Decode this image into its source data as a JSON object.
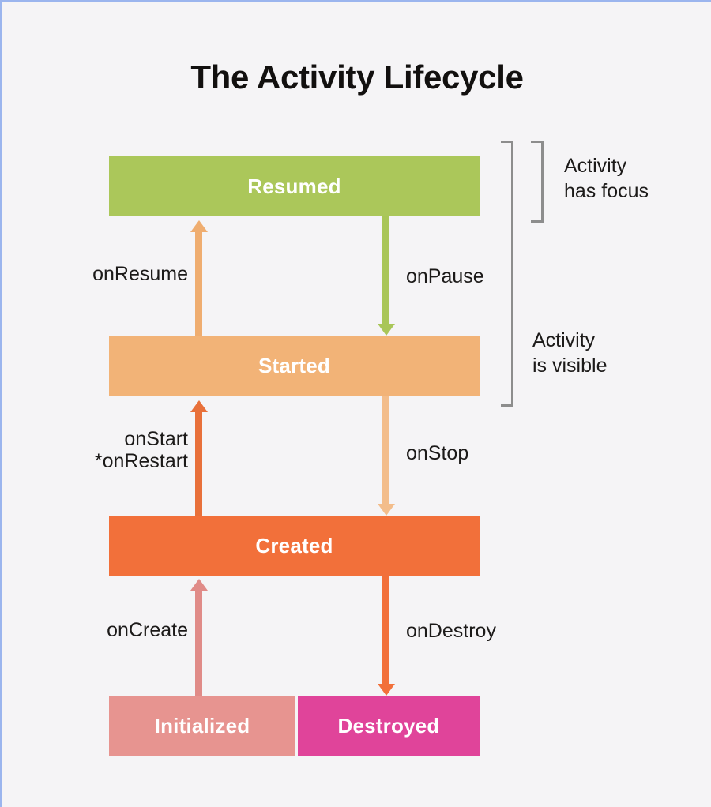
{
  "diagram": {
    "title": "The Activity Lifecycle",
    "type": "state-lifecycle-diagram",
    "background_color": "#f5f4f6",
    "border_color": "#9bb5ee",
    "states": [
      {
        "id": "resumed",
        "label": "Resumed",
        "color": "#abc75a",
        "text_color": "#ffffff"
      },
      {
        "id": "started",
        "label": "Started",
        "color": "#f2b377",
        "text_color": "#ffffff"
      },
      {
        "id": "created",
        "label": "Created",
        "color": "#f2703a",
        "text_color": "#ffffff"
      },
      {
        "id": "initialized",
        "label": "Initialized",
        "color": "#e79490",
        "text_color": "#ffffff"
      },
      {
        "id": "destroyed",
        "label": "Destroyed",
        "color": "#e0449a",
        "text_color": "#ffffff"
      }
    ],
    "transitions": [
      {
        "id": "onresume",
        "label": "onResume",
        "from": "started",
        "to": "resumed",
        "direction": "up",
        "side": "left",
        "color": "#efad70"
      },
      {
        "id": "onpause",
        "label": "onPause",
        "from": "resumed",
        "to": "started",
        "direction": "down",
        "side": "right",
        "color": "#a9c658"
      },
      {
        "id": "onstart",
        "label": "onStart\n*onRestart",
        "from": "created",
        "to": "started",
        "direction": "up",
        "side": "left",
        "color": "#e8703a"
      },
      {
        "id": "onstop",
        "label": "onStop",
        "from": "started",
        "to": "created",
        "direction": "down",
        "side": "right",
        "color": "#f3bd8b"
      },
      {
        "id": "oncreate",
        "label": "onCreate",
        "from": "initialized",
        "to": "created",
        "direction": "up",
        "side": "left",
        "color": "#e08b88"
      },
      {
        "id": "ondestroy",
        "label": "onDestroy",
        "from": "created",
        "to": "destroyed",
        "direction": "down",
        "side": "right",
        "color": "#f2703a"
      }
    ],
    "brackets": [
      {
        "id": "focus",
        "caption": "Activity\nhas focus",
        "spans": [
          "resumed"
        ],
        "color": "#8d8d8d"
      },
      {
        "id": "visible",
        "caption": "Activity\nis visible",
        "spans": [
          "resumed",
          "started"
        ],
        "color": "#8d8d8d"
      }
    ]
  }
}
